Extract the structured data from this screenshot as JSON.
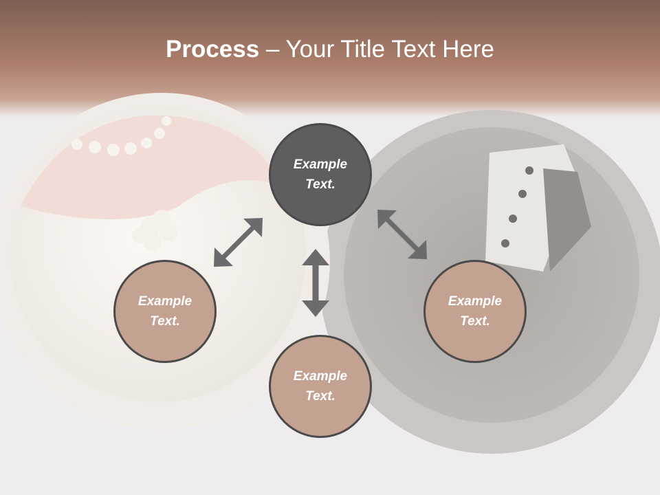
{
  "title": {
    "bold": "Process",
    "rest": " – Your Title Text Here"
  },
  "circles": {
    "top": {
      "line1": "Example",
      "line2": "Text."
    },
    "left": {
      "line1": "Example",
      "line2": "Text."
    },
    "right": {
      "line1": "Example",
      "line2": "Text."
    },
    "bottom": {
      "line1": "Example",
      "line2": "Text."
    }
  },
  "colors": {
    "banner_top": "#7c5e52",
    "banner_bottom": "#b98a76",
    "circle_dark": "#5e5e5e",
    "circle_light": "#c4a291",
    "arrow": "#6b6b6b"
  }
}
